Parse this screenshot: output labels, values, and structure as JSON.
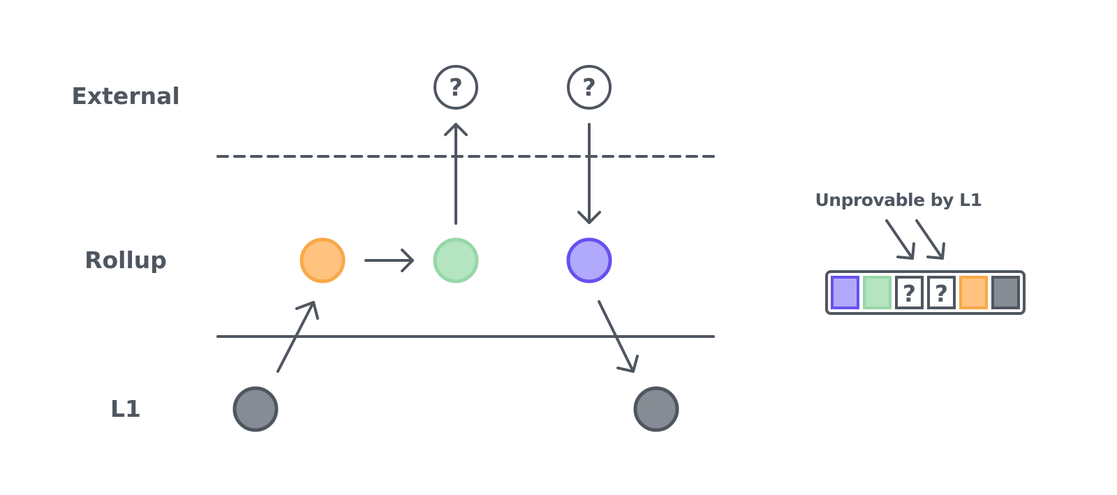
{
  "layers": {
    "external": "External",
    "rollup": "Rollup",
    "l1": "L1"
  },
  "unknown_symbol": "?",
  "annotation": "Unprovable by L1",
  "colors": {
    "stroke": "#4f5660",
    "orange_fill": "#ffc27f",
    "orange_stroke": "#f9a848",
    "green_fill": "#b4e4c0",
    "green_stroke": "#97d7a8",
    "purple_fill": "#b1a9fb",
    "purple_stroke": "#6750ef",
    "gray_fill": "#868c93"
  },
  "sequence_blocks": [
    "purple",
    "green",
    "unknown",
    "unknown",
    "orange",
    "gray"
  ]
}
